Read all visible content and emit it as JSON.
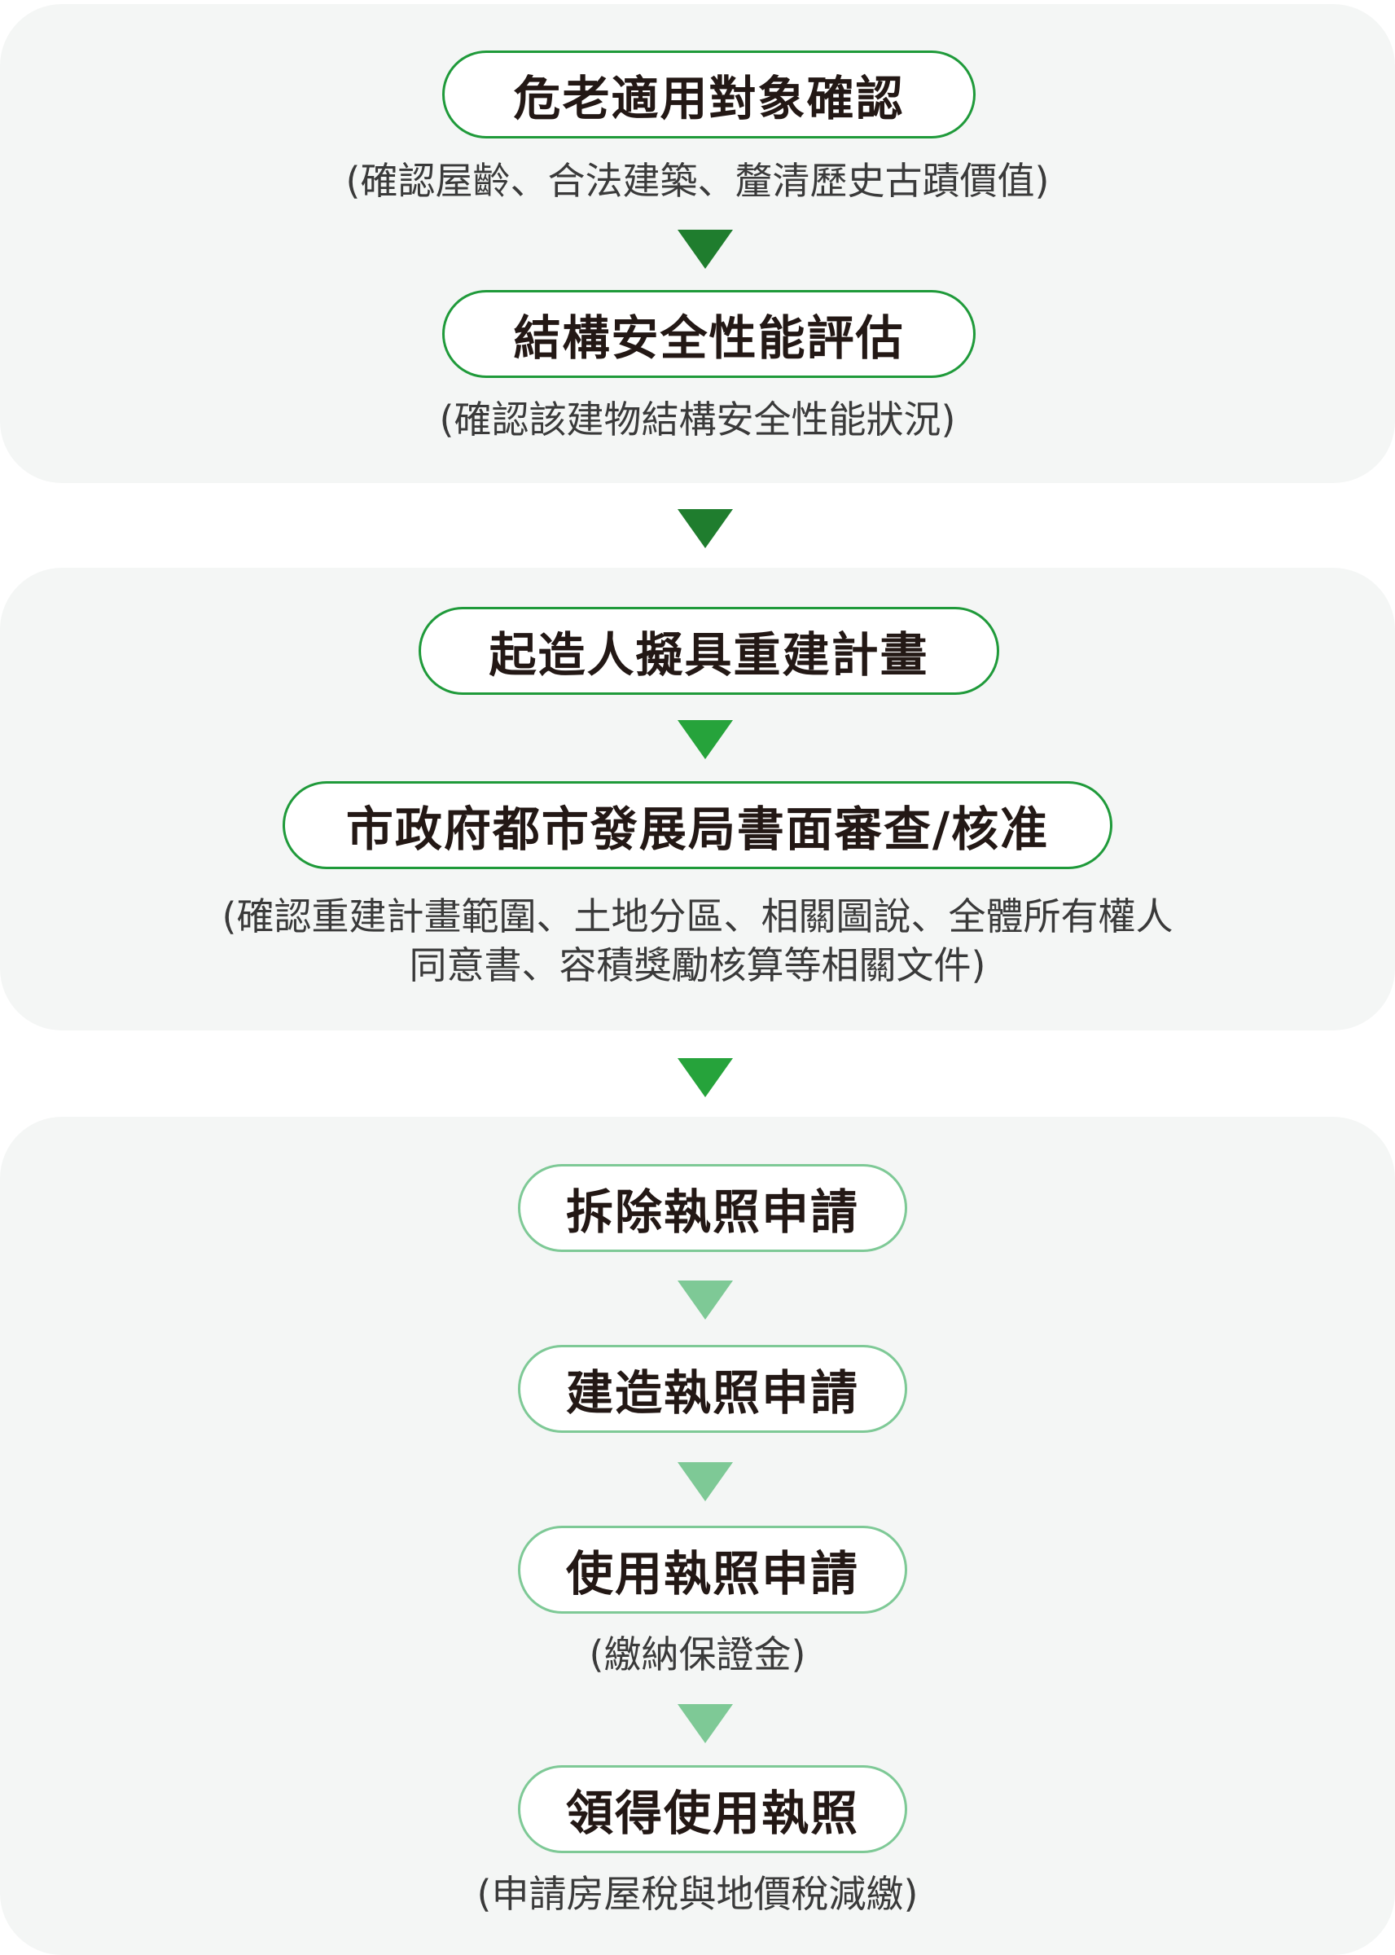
{
  "colors": {
    "panel_bg": "#f4f6f5",
    "border_dark": "#1f9a3a",
    "border_light": "#7ec996",
    "arrow_dark": "#1f7d2e",
    "arrow_mid": "#26a33b",
    "arrow_light": "#7ec996"
  },
  "section1": {
    "step1": {
      "title": "危老適用對象確認",
      "note": "(確認屋齡、合法建築、釐清歷史古蹟價值)"
    },
    "step2": {
      "title": "結構安全性能評估",
      "note": "(確認該建物結構安全性能狀況)"
    }
  },
  "section2": {
    "step3": {
      "title": "起造人擬具重建計畫"
    },
    "step4": {
      "title": "市政府都市發展局書面審查/核准",
      "note_line1": "(確認重建計畫範圍、土地分區、相關圖說、全體所有權人",
      "note_line2": "同意書、容積獎勵核算等相關文件)"
    }
  },
  "section3": {
    "step5": {
      "title": "拆除執照申請"
    },
    "step6": {
      "title": "建造執照申請"
    },
    "step7": {
      "title": "使用執照申請",
      "note": "(繳納保證金)"
    },
    "step8": {
      "title": "領得使用執照",
      "note": "(申請房屋稅與地價稅減繳)"
    }
  }
}
